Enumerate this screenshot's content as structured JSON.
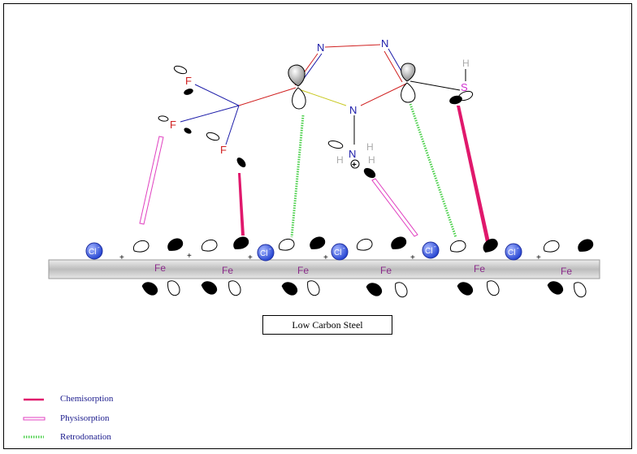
{
  "molecule": {
    "atom_n1": "N",
    "atom_n2": "N",
    "atom_n3": "N",
    "atom_n4": "N",
    "atom_s": "S",
    "atom_h_s": "H",
    "atom_f1": "F",
    "atom_f2": "F",
    "atom_f3": "F",
    "atom_h1": "H",
    "atom_h2": "H",
    "atom_h3": "H",
    "plus_charge": "+"
  },
  "surface": {
    "fe_label": "Fe",
    "cl_label": "Cl",
    "cl_charge": "-",
    "plus_sign": "+"
  },
  "caption": "Low Carbon Steel",
  "legend": [
    {
      "label": "Chemisorption",
      "color": "#e0186c",
      "style": "solid"
    },
    {
      "label": "Physisorption",
      "color": "#e040c0",
      "style": "hollow"
    },
    {
      "label": "Retrodonation",
      "color": "#4cd04c",
      "style": "dotted"
    }
  ],
  "colors": {
    "fe": "#8a2a8a",
    "n": "#1a1aa8",
    "f": "#d02020",
    "s": "#d030d0",
    "chem": "#e0186c",
    "phys": "#e040c0",
    "retro": "#4cd04c",
    "cl_fill": "#3050e0"
  }
}
